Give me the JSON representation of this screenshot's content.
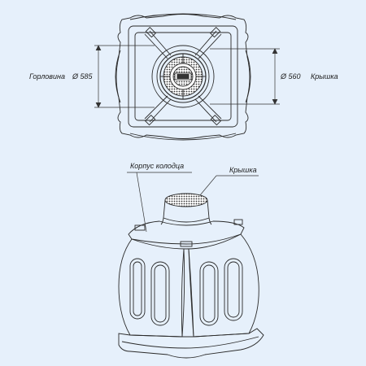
{
  "labels": {
    "neck": "Горловина",
    "neck_dim": "Ø 585",
    "lid_dim": "Ø 560",
    "lid_top": "Крышка",
    "well_body": "Корпус колодца",
    "lid_side": "Крышка"
  },
  "colors": {
    "background": "#e6f0fb",
    "line": "#2a2a2a",
    "dim_line": "#333333"
  }
}
